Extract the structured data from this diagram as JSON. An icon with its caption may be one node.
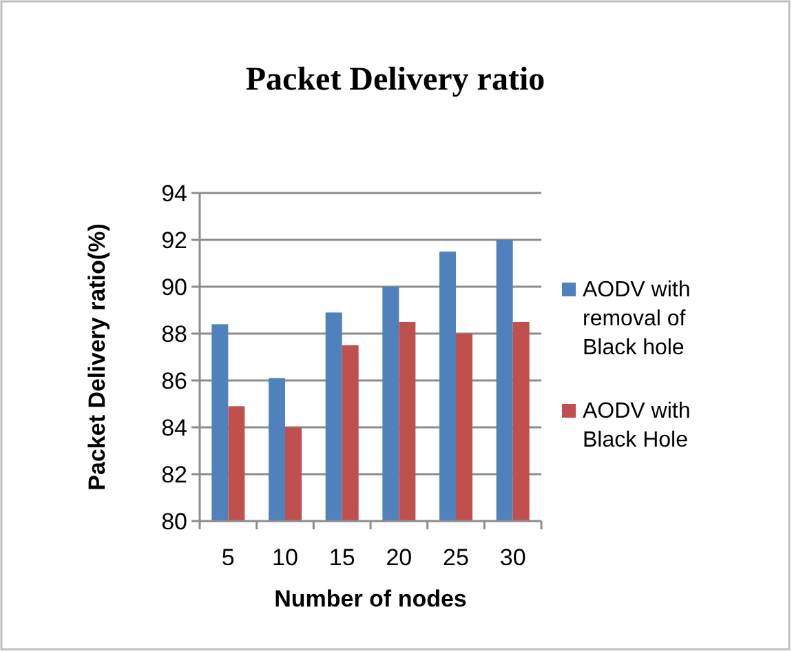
{
  "diagram": {
    "chart_data": {
      "type": "bar",
      "title": "Packet Delivery ratio",
      "xlabel": "Number of nodes",
      "ylabel": "Packet Delivery ratio(%)",
      "categories": [
        "5",
        "10",
        "15",
        "20",
        "25",
        "30"
      ],
      "series": [
        {
          "name": "AODV with removal of Black hole",
          "color": "#4f81bd",
          "values": [
            88.4,
            86.1,
            88.9,
            90,
            91.5,
            92
          ]
        },
        {
          "name": "AODV with Black Hole",
          "color": "#c0504d",
          "values": [
            84.9,
            84,
            87.5,
            88.5,
            88,
            88.5
          ]
        }
      ],
      "grid": true,
      "legend": true,
      "ylim": [
        80,
        94
      ],
      "yticks": [
        80,
        82,
        84,
        86,
        88,
        90,
        92,
        94
      ]
    }
  }
}
